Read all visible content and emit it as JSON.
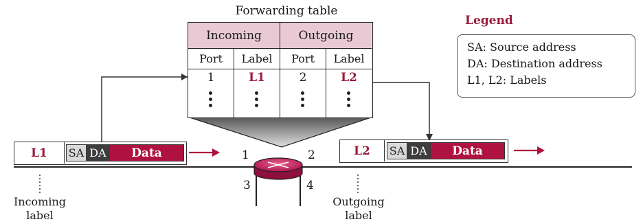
{
  "forwarding_table": {
    "title": "Forwarding table",
    "incoming_header": "Incoming",
    "outgoing_header": "Outgoing",
    "columns": [
      "Port",
      "Label",
      "Port",
      "Label"
    ],
    "row": [
      "1",
      "L1",
      "2",
      "L2"
    ]
  },
  "incoming_packet": {
    "label": "L1",
    "sa": "SA",
    "da": "DA",
    "data": "Data"
  },
  "outgoing_packet": {
    "label": "L2",
    "sa": "SA",
    "da": "DA",
    "data": "Data"
  },
  "router_ports": [
    "1",
    "2",
    "3",
    "4"
  ],
  "captions": {
    "incoming_label": [
      "Incoming",
      "label"
    ],
    "outgoing_label": [
      "Outgoing",
      "label"
    ]
  },
  "legend": {
    "title": "Legend",
    "items": [
      "SA: Source address",
      "DA: Destination address",
      "L1, L2: Labels"
    ]
  },
  "colors": {
    "label_text": "#9a1b3d",
    "data_fill": "#b0123f",
    "header_fill": "#e8c9d4",
    "router_fill": "#c2185b"
  }
}
